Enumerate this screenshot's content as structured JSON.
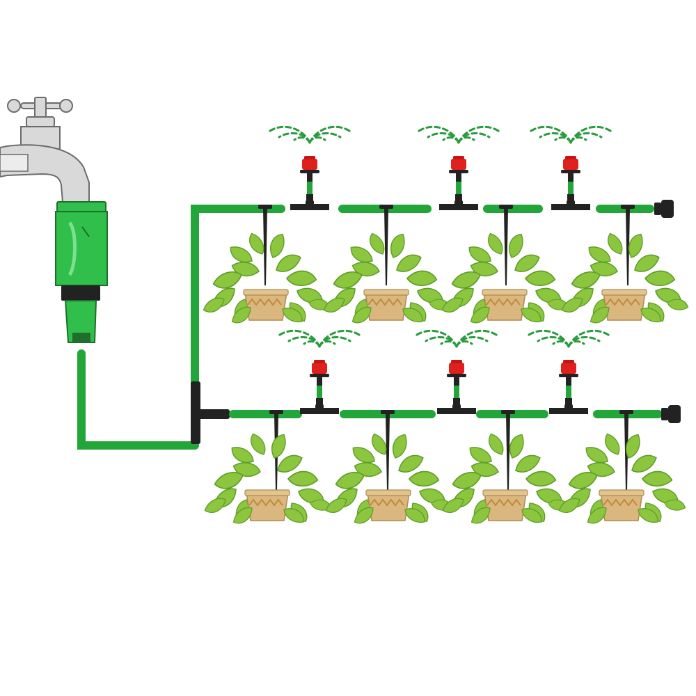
{
  "diagram": {
    "type": "drip-irrigation-kit-illustration",
    "text_labels": [],
    "colors": {
      "tube_green": "#22a63a",
      "connector_green": "#2fbf4a",
      "connector_dark": "#1f6e2c",
      "fitting_black": "#222222",
      "emitter_red": "#e0201c",
      "faucet_metal": "#d9d9d9",
      "faucet_outline": "#6b6b6b",
      "leaf_green": "#8cc63f",
      "leaf_dark": "#5f9e2a",
      "pot_tan": "#d9b77f",
      "pot_stripe": "#c28a3a",
      "spray_green": "#2a9b3e"
    },
    "components": {
      "faucet": {
        "icon": "faucet-icon"
      },
      "hose_connector": {
        "icon": "hose-connector-icon"
      },
      "tee_connector": {
        "icon": "tee-connector-icon"
      },
      "end_plug": {
        "icon": "end-plug-icon"
      },
      "stake_dripper": {
        "icon": "stake-dripper-icon"
      },
      "red_emitter": {
        "icon": "adjustable-emitter-icon"
      },
      "potted_plant": {
        "icon": "potted-plant-icon"
      },
      "water_spray": {
        "icon": "water-spray-icon"
      }
    },
    "rows": [
      {
        "name": "upper-drip-line",
        "plants": 4,
        "emitters": 3
      },
      {
        "name": "lower-drip-line",
        "plants": 4,
        "emitters": 3
      }
    ]
  }
}
